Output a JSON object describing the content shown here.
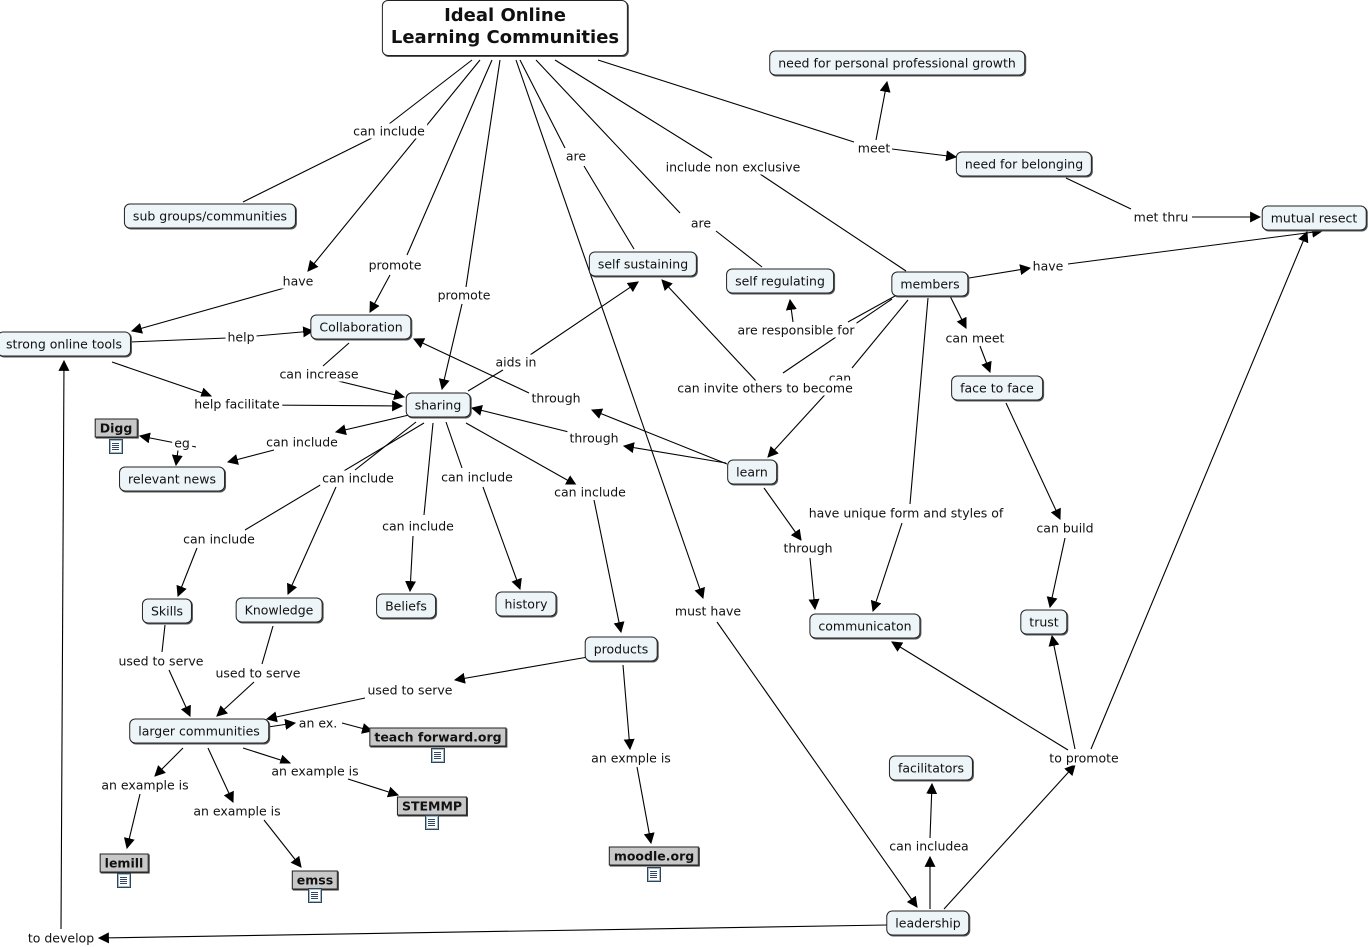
{
  "title": "Ideal Online\nLearning Communities",
  "nodes": {
    "need_growth": "need for personal professional growth",
    "need_belonging": "need for belonging",
    "mutual_respect": "mutual resect",
    "sub_groups": "sub groups/communities",
    "self_sustaining": "self sustaining",
    "self_regulating": "self regulating",
    "members": "members",
    "strong_tools": "strong online tools",
    "collaboration": "Collaboration",
    "sharing": "sharing",
    "face_to_face": "face to face",
    "digg": "Digg",
    "relevant_news": "relevant news",
    "learn": "learn",
    "skills": "Skills",
    "knowledge": "Knowledge",
    "beliefs": "Beliefs",
    "history": "history",
    "trust": "trust",
    "communication": "communicaton",
    "products": "products",
    "larger_communities": "larger communities",
    "teach_forward": "teach forward.org",
    "stemmp": "STEMMP",
    "lemill": "lemill",
    "emss": "emss",
    "moodle": "moodle.org",
    "facilitators": "facilitators",
    "leadership": "leadership"
  },
  "links": {
    "can_include_1": "can include",
    "are_1": "are",
    "include_non_exclusive": "include non exclusive",
    "are_2": "are",
    "meet": "meet",
    "met_thru": "met thru",
    "have_1": "have",
    "have_2": "have",
    "promote_1": "promote",
    "promote_2": "promote",
    "help": "help",
    "are_responsible_for": "are responsible for",
    "can_meet": "can meet",
    "aids_in": "aids in",
    "can_increase": "can increase",
    "can": "can",
    "can_invite": "can invite others to become",
    "help_facilitate": "help facilitate",
    "through_1": "through",
    "through_2": "through",
    "eg": "eg",
    "can_include_2": "can include",
    "can_include_3": "can include",
    "can_include_4": "can include",
    "can_include_5": "can include",
    "can_include_6": "can include",
    "can_include_7": "can include",
    "have_unique": "have unique form and styles of",
    "through_3": "through",
    "can_build": "can build",
    "must_have": "must have",
    "used_to_serve_1": "used to serve",
    "used_to_serve_2": "used to serve",
    "used_to_serve_3": "used to serve",
    "an_ex": "an ex.",
    "an_example_is_1": "an example is",
    "an_example_is_2": "an example is",
    "an_example_is_3": "an example is",
    "an_exmple_is": "an exmple is",
    "to_promote": "to promote",
    "can_includea": "can includea",
    "to_develop": "to develop"
  }
}
